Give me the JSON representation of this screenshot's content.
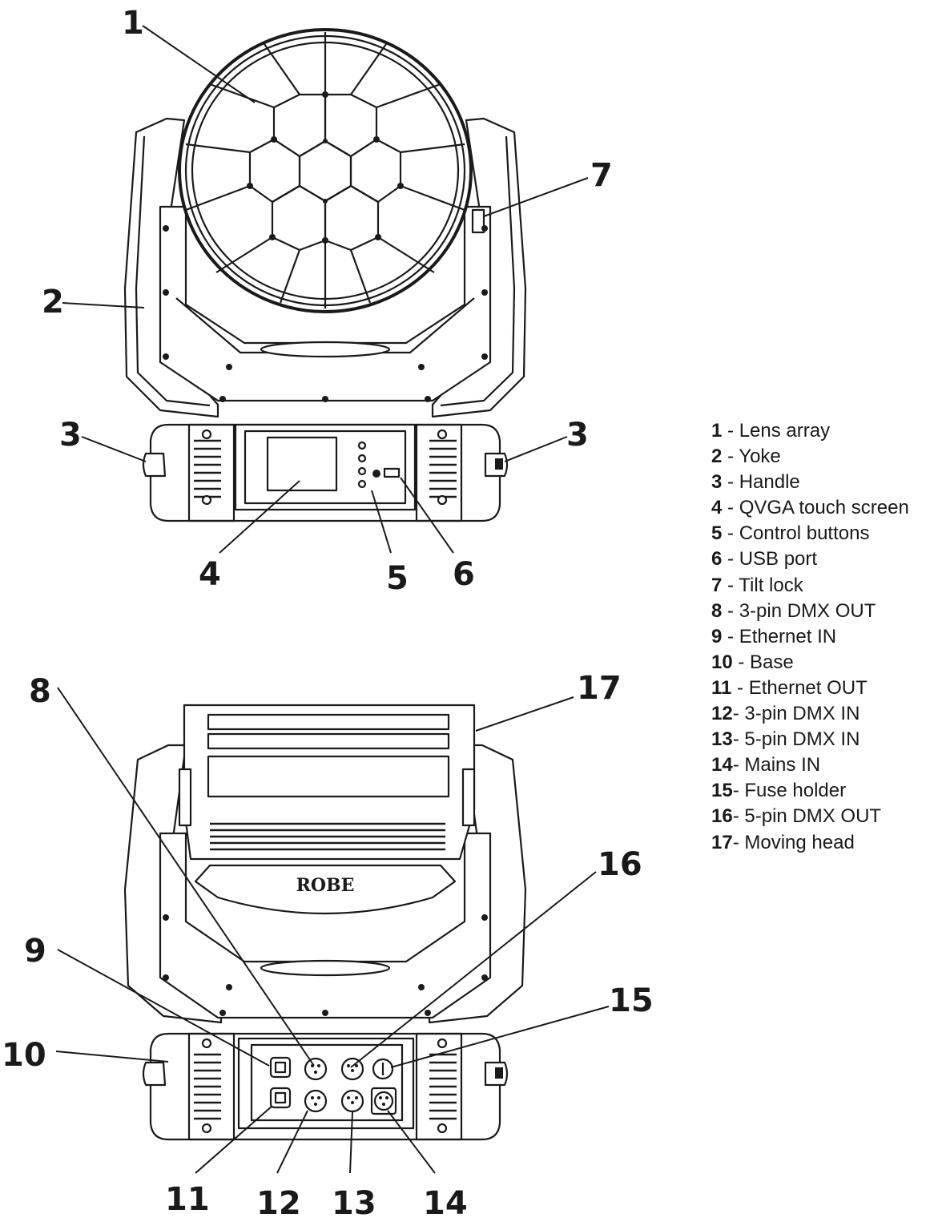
{
  "logo_text": "ROBE",
  "legend": [
    {
      "num": "1",
      "sep": " - ",
      "label": "Lens array"
    },
    {
      "num": "2",
      "sep": " - ",
      "label": "Yoke"
    },
    {
      "num": "3",
      "sep": " - ",
      "label": "Handle"
    },
    {
      "num": "4",
      "sep": " - ",
      "label": "QVGA touch screen"
    },
    {
      "num": "5",
      "sep": " - ",
      "label": "Control buttons"
    },
    {
      "num": "6",
      "sep": " - ",
      "label": "USB port"
    },
    {
      "num": "7",
      "sep": " - ",
      "label": "Tilt lock"
    },
    {
      "num": "8",
      "sep": " - ",
      "label": "3-pin DMX OUT"
    },
    {
      "num": "9",
      "sep": " - ",
      "label": "Ethernet IN"
    },
    {
      "num": "10",
      "sep": " - ",
      "label": "Base"
    },
    {
      "num": "11",
      "sep": " - ",
      "label": "Ethernet OUT"
    },
    {
      "num": "12",
      "sep": "- ",
      "label": "3-pin DMX IN"
    },
    {
      "num": "13",
      "sep": "- ",
      "label": "5-pin DMX IN"
    },
    {
      "num": "14",
      "sep": "- ",
      "label": "Mains IN"
    },
    {
      "num": "15",
      "sep": "- ",
      "label": "Fuse holder"
    },
    {
      "num": "16",
      "sep": "- ",
      "label": "5-pin DMX OUT"
    },
    {
      "num": "17",
      "sep": "- ",
      "label": "Moving head"
    }
  ],
  "callouts": {
    "c1": "1",
    "c2": "2",
    "c3a": "3",
    "c3b": "3",
    "c4": "4",
    "c5": "5",
    "c6": "6",
    "c7": "7",
    "c8": "8",
    "c9": "9",
    "c10": "10",
    "c11": "11",
    "c12": "12",
    "c13": "13",
    "c14": "14",
    "c15": "15",
    "c16": "16",
    "c17": "17"
  }
}
